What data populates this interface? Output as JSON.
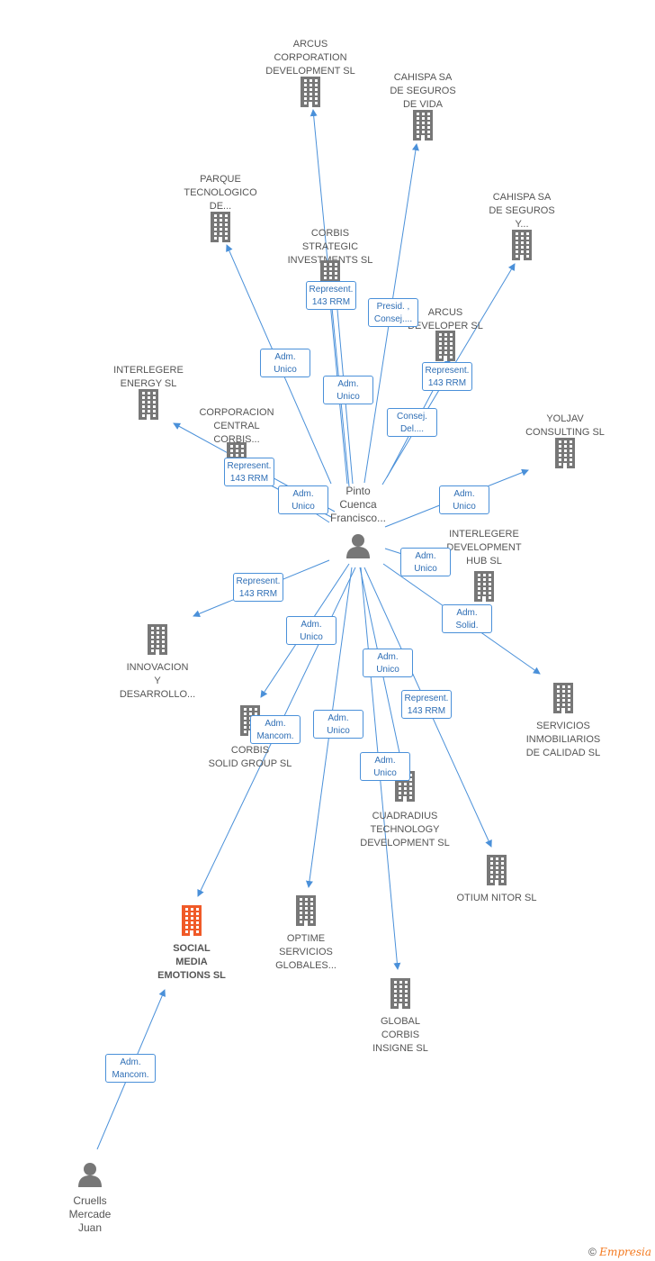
{
  "colors": {
    "edge": "#4a90d9",
    "company": "#777777",
    "focus_company": "#f05a28",
    "person": "#777777"
  },
  "nodes": {
    "arcus_corp": "ARCUS\nCORPORATION\nDEVELOPMENT SL",
    "cahispa_vida": "CAHISPA SA\nDE SEGUROS\nDE VIDA",
    "parque": "PARQUE\nTECNOLOGICO\nDE...",
    "corbis_strategic": "CORBIS\nSTRATEGIC\nINVESTMENTS SL",
    "cahispa_y": "CAHISPA SA\nDE SEGUROS\nY...",
    "arcus_dev": "ARCUS\nDEVELOPER SL",
    "interlegere_energy": "INTERLEGERE\nENERGY SL",
    "corporacion": "CORPORACION\nCENTRAL\nCORBIS...",
    "yoljav": "YOLJAV\nCONSULTING SL",
    "pinto": "Pinto\nCuenca\nFrancisco...",
    "interlegere_dev": "INTERLEGERE\nDEVELOPMENT\nHUB SL",
    "innovacion": "INNOVACION\nY\nDESARROLLO...",
    "servicios": "SERVICIOS\nINMOBILIARIOS\nDE CALIDAD SL",
    "corbis_solid": "CORBIS\nSOLID GROUP SL",
    "cuadradius": "CUADRADIUS\nTECHNOLOGY\nDEVELOPMENT SL",
    "otium": "OTIUM NITOR SL",
    "social_media": "SOCIAL\nMEDIA\nEMOTIONS SL",
    "optime": "OPTIME\nSERVICIOS\nGLOBALES...",
    "global_corbis": "GLOBAL\nCORBIS\nINSIGNE SL",
    "cruells": "Cruells\nMercade\nJuan"
  },
  "relations": {
    "r1": [
      "Represent.",
      "143 RRM"
    ],
    "r2": [
      "Presid. ,",
      "Consej...."
    ],
    "r3": [
      "Adm.",
      "Unico"
    ],
    "r4": [
      "Adm.",
      "Unico"
    ],
    "r5": [
      "Represent.",
      "143 RRM"
    ],
    "r6": [
      "Consej.",
      "Del...."
    ],
    "r7": [
      "Represent.",
      "143 RRM"
    ],
    "r8": [
      "Adm.",
      "Unico"
    ],
    "r9": [
      "Adm.",
      "Unico"
    ],
    "r10": [
      "Adm.",
      "Unico"
    ],
    "r11": [
      "Represent.",
      "143 RRM"
    ],
    "r12": [
      "Adm.",
      "Solid."
    ],
    "r13": [
      "Adm.",
      "Unico"
    ],
    "r14": [
      "Adm.",
      "Unico"
    ],
    "r15": [
      "Adm.",
      "Mancom."
    ],
    "r16": [
      "Represent.",
      "143 RRM"
    ],
    "r17": [
      "Adm.",
      "Unico"
    ],
    "r18": [
      "Adm.",
      "Unico"
    ],
    "r19": [
      "Adm.",
      "Mancom."
    ]
  },
  "footer": {
    "copyright": "©",
    "brand_first": "E",
    "brand_rest": "mpresia"
  }
}
